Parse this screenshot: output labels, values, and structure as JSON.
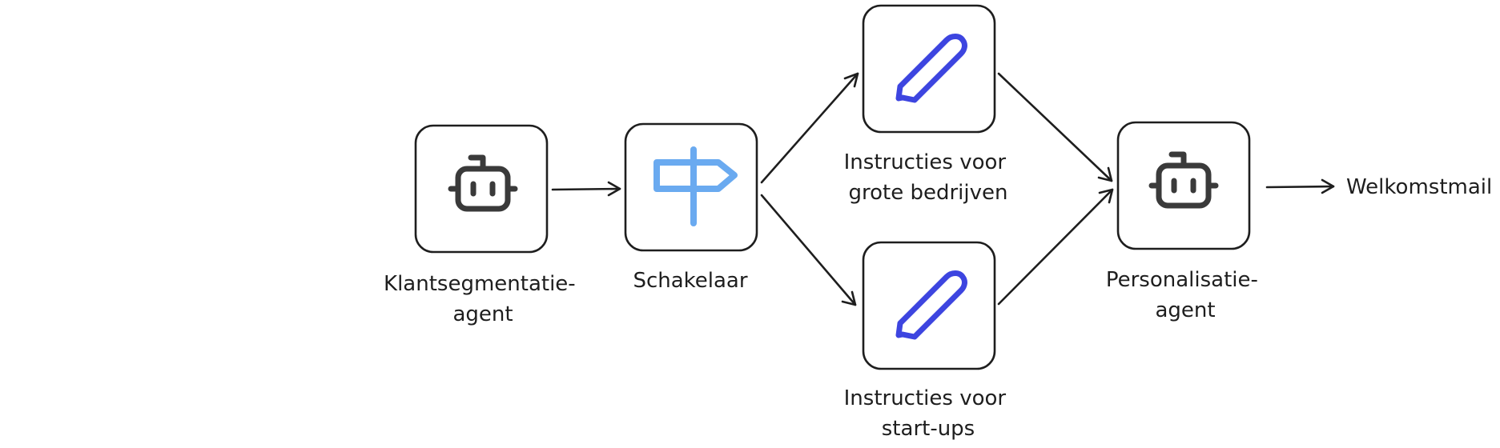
{
  "nodes": {
    "segmentation_agent": {
      "line1": "Klantsegmentatie-",
      "line2": "agent",
      "icon": "robot-icon"
    },
    "switch": {
      "label": "Schakelaar",
      "icon": "signpost-icon"
    },
    "large_company_instructions": {
      "line1": "Instructies voor",
      "line2": "grote bedrijven",
      "icon": "pencil-icon"
    },
    "startup_instructions": {
      "line1": "Instructies voor",
      "line2": "start-ups",
      "icon": "pencil-icon"
    },
    "personalisation_agent": {
      "line1": "Personalisatie-",
      "line2": "agent",
      "icon": "robot-icon"
    }
  },
  "output": {
    "label": "Welkomstmail"
  },
  "colors": {
    "stroke": "#1e1e1e",
    "robot": "#3a3a3a",
    "signpost": "#6aaaf0",
    "pencil": "#3d45e0"
  }
}
